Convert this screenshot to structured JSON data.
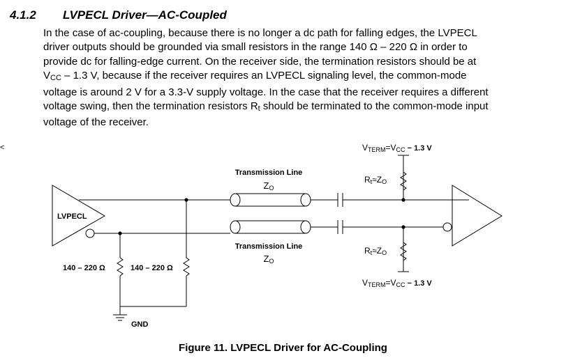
{
  "section": {
    "number": "4.1.2",
    "title": "LVPECL Driver—AC-Coupled"
  },
  "paragraph": {
    "l1": "In the case of ac-coupling, because there is no longer a dc path for falling edges, the LVPECL",
    "l2": "driver outputs should be grounded via small resistors in the range 140 Ω – 220 Ω in order to",
    "l3": "provide dc for falling-edge current. On the receiver side, the termination resistors should be at",
    "l4a": "V",
    "l4b": "CC",
    "l4c": " – 1.3 V, because if the receiver requires an LVPECL signaling level, the common-mode",
    "l5": "voltage is around 2 V for a 3.3-V supply voltage. In the case that the receiver requires a different",
    "l6a": "voltage swing, then the termination resistors R",
    "l6b": "t",
    "l6c": " should be terminated to the common-mode input",
    "l7": "voltage of the receiver."
  },
  "margin_mark": "<",
  "figure": {
    "driver_label": "LVPECL",
    "tline_top_label": "Transmission Line",
    "tline_bottom_label": "Transmission Line",
    "z0_main": "Z",
    "z0_sub": "O",
    "rt_main": "R",
    "rt_sub": "t",
    "approx": "≈",
    "vterm_v": "V",
    "vterm_sub": "TERM",
    "vterm_eq": "=V",
    "vterm_cc": "CC",
    "vterm_tail": " − 1.3 V",
    "res_left_label": "140 – 220 Ω",
    "res_right_label": "140 – 220 Ω",
    "gnd_label": "GND"
  },
  "caption": "Figure 11.  LVPECL Driver for AC-Coupling"
}
